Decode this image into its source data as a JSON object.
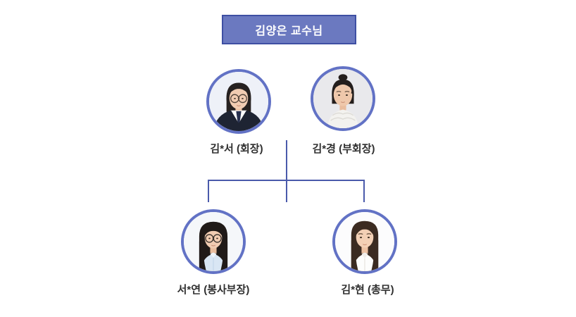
{
  "header": {
    "title": "김양은 교수님"
  },
  "org_chart": {
    "members": [
      {
        "name_masked": "김*서",
        "role": "회장",
        "label": "김*서 (회장)"
      },
      {
        "name_masked": "김*경",
        "role": "부회장",
        "label": "김*경 (부회장)"
      },
      {
        "name_masked": "서*연",
        "role": "봉사부장",
        "label": "서*연 (봉사부장)"
      },
      {
        "name_masked": "김*현",
        "role": "총무",
        "label": "김*현 (총무)"
      }
    ],
    "colors": {
      "header_box_fill": "#6b79c0",
      "header_box_border": "#3e4fa3",
      "header_text": "#ffffff",
      "connector_line": "#4a5aab",
      "photo_circle_border": "#6272c5",
      "label_text": "#2f2f2f",
      "page_background": "#ffffff"
    }
  }
}
